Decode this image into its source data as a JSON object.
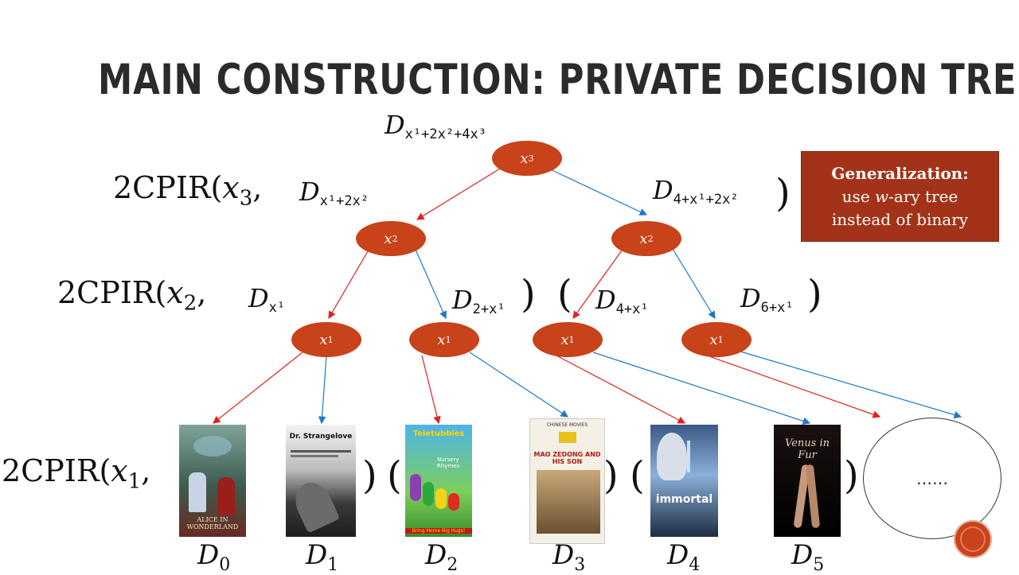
{
  "title": "MAIN CONSTRUCTION: PRIVATE DECISION TREE",
  "nodes": {
    "root": "x",
    "root_sub": "3",
    "level2": "x",
    "level2_sub": "2",
    "level1": "x",
    "level1_sub": "1"
  },
  "labels": {
    "root_index": "D",
    "root_index_sub": "x¹+2x²+4x³",
    "line3_prefix": "2CPIR(",
    "line3_var": "x",
    "line3_var_sub": "3",
    "line3_comma": ",",
    "line3_left_D": "D",
    "line3_left_sub": "x¹+2x²",
    "line3_right_D": "D",
    "line3_right_sub": "4+x¹+2x²",
    "line3_close": ")",
    "line2_prefix": "2CPIR(",
    "line2_var": "x",
    "line2_var_sub": "2",
    "line2_comma": ",",
    "line2_d1": "D",
    "line2_d1_sub": "x¹",
    "line2_d2": "D",
    "line2_d2_sub": "2+x¹",
    "line2_close1": ")",
    "line2_open2": "(",
    "line2_d3": "D",
    "line2_d3_sub": "4+x¹",
    "line2_d4": "D",
    "line2_d4_sub": "6+x¹",
    "line2_close2": ")",
    "line1_prefix": "2CPIR(",
    "line1_var": "x",
    "line1_var_sub": "1",
    "line1_comma": ",",
    "line1_close1": ")",
    "line1_open2": "(",
    "line1_close2": ")",
    "line1_open3": "(",
    "line1_close3": ")"
  },
  "leaves": [
    {
      "sym": "D",
      "sub": "0",
      "cover_title": "ALICE IN WONDERLAND"
    },
    {
      "sym": "D",
      "sub": "1",
      "cover_title": "Dr. Strangelove"
    },
    {
      "sym": "D",
      "sub": "2",
      "cover_title": "Teletubbies",
      "cover_line2": "Nursery Rhymes",
      "cover_line3": "Bring Home Big Hugs!"
    },
    {
      "sym": "D",
      "sub": "3",
      "cover_title": "MAO ZEDONG AND HIS SON",
      "cover_top": "CHINESE MOVIES"
    },
    {
      "sym": "D",
      "sub": "4",
      "cover_title": "immortal"
    },
    {
      "sym": "D",
      "sub": "5",
      "cover_title": "Venus in Fur"
    }
  ],
  "more": "……",
  "generalization": {
    "heading": "Generalization:",
    "line1_a": "use ",
    "line1_w": "w",
    "line1_b": "-ary tree",
    "line2": "instead of binary"
  },
  "colors": {
    "node": "#c8421a",
    "red_edge": "#e02020",
    "blue_edge": "#1f78c8",
    "box": "#a33318"
  }
}
